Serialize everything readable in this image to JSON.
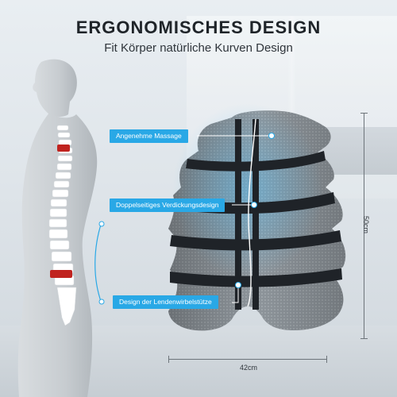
{
  "title": "ERGONOMISCHES DESIGN",
  "subtitle": "Fit Körper natürliche Kurven Design",
  "features": [
    {
      "label": "Angenehme Massage"
    },
    {
      "label": "Doppelseitiges Verdickungsdesign"
    },
    {
      "label": "Design der Lendenwirbelstütze"
    }
  ],
  "dimensions": {
    "height": "50cm",
    "width": "42cm"
  },
  "colors": {
    "accent": "#29a8e6",
    "spine_highlight": "#c0231f",
    "cushion_mesh": "#8e959b",
    "cushion_strap": "#1f2328"
  }
}
